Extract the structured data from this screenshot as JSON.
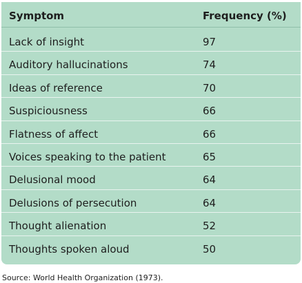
{
  "table": {
    "headers": {
      "symptom": "Symptom",
      "frequency": "Frequency (%)"
    },
    "rows": [
      {
        "symptom": "Lack of insight",
        "frequency": "97"
      },
      {
        "symptom": "Auditory hallucinations",
        "frequency": "74"
      },
      {
        "symptom": "Ideas of reference",
        "frequency": "70"
      },
      {
        "symptom": "Suspiciousness",
        "frequency": "66"
      },
      {
        "symptom": "Flatness of affect",
        "frequency": "66"
      },
      {
        "symptom": "Voices speaking to the patient",
        "frequency": "65"
      },
      {
        "symptom": "Delusional mood",
        "frequency": "64"
      },
      {
        "symptom": "Delusions of persecution",
        "frequency": "64"
      },
      {
        "symptom": "Thought alienation",
        "frequency": "52"
      },
      {
        "symptom": "Thoughts spoken aloud",
        "frequency": "50"
      }
    ]
  },
  "source": "Source: World Health Organization (1973).",
  "colors": {
    "table_background": "#b3dcc8",
    "header_divider": "#8fbfa9",
    "row_divider": "#e9f4ef",
    "text": "#1e1e1e"
  }
}
